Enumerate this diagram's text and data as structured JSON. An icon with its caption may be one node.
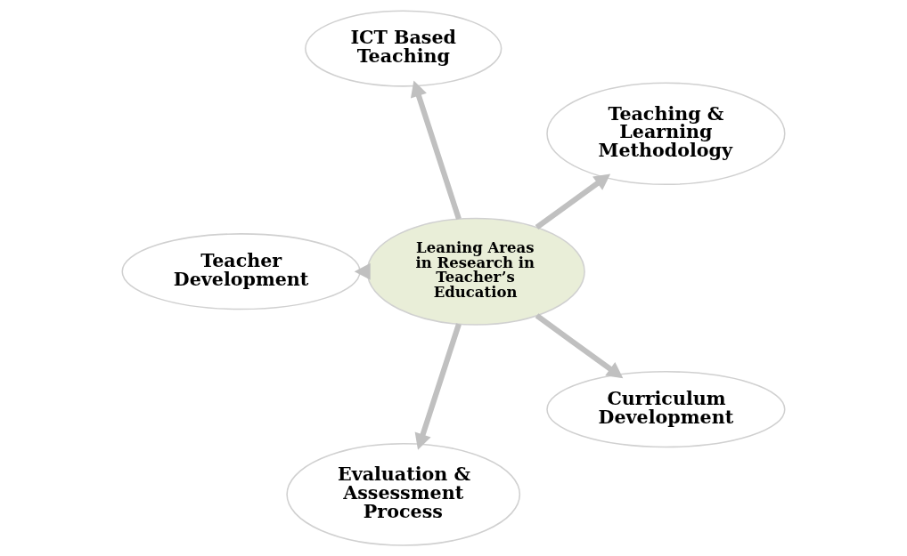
{
  "diagram": {
    "nodes": [
      {
        "text": [
          "Teaching & Learning Methodology"
        ]
      },
      {
        "text": [
          "ICT Based Teaching"
        ]
      },
      {
        "text": [
          "Teacher Development"
        ]
      },
      {
        "text": [
          "Leaning Areas in Research in Teacher’s Education"
        ]
      },
      {
        "text": [
          "Evaluation & Assessment Process"
        ]
      },
      {
        "text": [
          "Curriculum Development"
        ]
      }
    ],
    "edges": [
      {
        "from": 3,
        "to": 0,
        "arrow": "to"
      },
      {
        "from": 3,
        "to": 1,
        "arrow": "to"
      },
      {
        "from": 3,
        "to": 5,
        "arrow": "to"
      },
      {
        "from": 3,
        "to": 4,
        "arrow": "to"
      },
      {
        "from": 3,
        "to": 2,
        "arrow": "to"
      }
    ]
  }
}
